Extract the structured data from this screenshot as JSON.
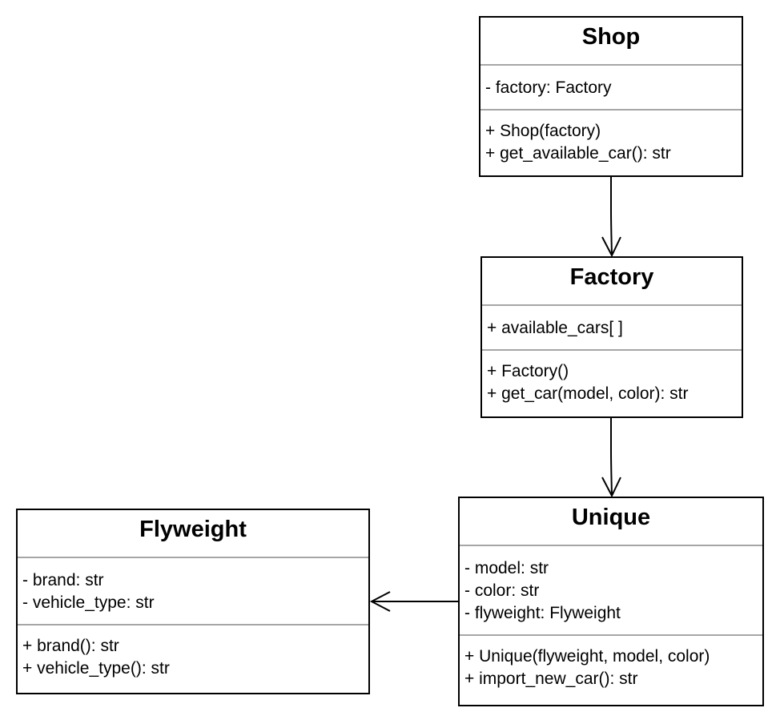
{
  "diagram": {
    "classes": [
      {
        "id": "shop",
        "name": "Shop",
        "attributes": [
          "- factory: Factory"
        ],
        "methods": [
          "+ Shop(factory)",
          "+ get_available_car(): str"
        ]
      },
      {
        "id": "factory",
        "name": "Factory",
        "attributes": [
          "+ available_cars[ ]"
        ],
        "methods": [
          "+ Factory()",
          "+ get_car(model, color): str"
        ]
      },
      {
        "id": "unique",
        "name": "Unique",
        "attributes": [
          "- model: str",
          "- color: str",
          "- flyweight: Flyweight"
        ],
        "methods": [
          "+ Unique(flyweight, model, color)",
          "+ import_new_car(): str"
        ]
      },
      {
        "id": "flyweight",
        "name": "Flyweight",
        "attributes": [
          "- brand: str",
          "- vehicle_type: str"
        ],
        "methods": [
          "+ brand(): str",
          "+ vehicle_type(): str"
        ]
      }
    ],
    "associations": [
      {
        "from": "Shop",
        "to": "Factory",
        "type": "directed-association"
      },
      {
        "from": "Factory",
        "to": "Unique",
        "type": "directed-association"
      },
      {
        "from": "Unique",
        "to": "Flyweight",
        "type": "directed-association"
      }
    ],
    "colors": {
      "border": "#000000",
      "separator": "#a6a6a6",
      "background": "#ffffff"
    }
  }
}
